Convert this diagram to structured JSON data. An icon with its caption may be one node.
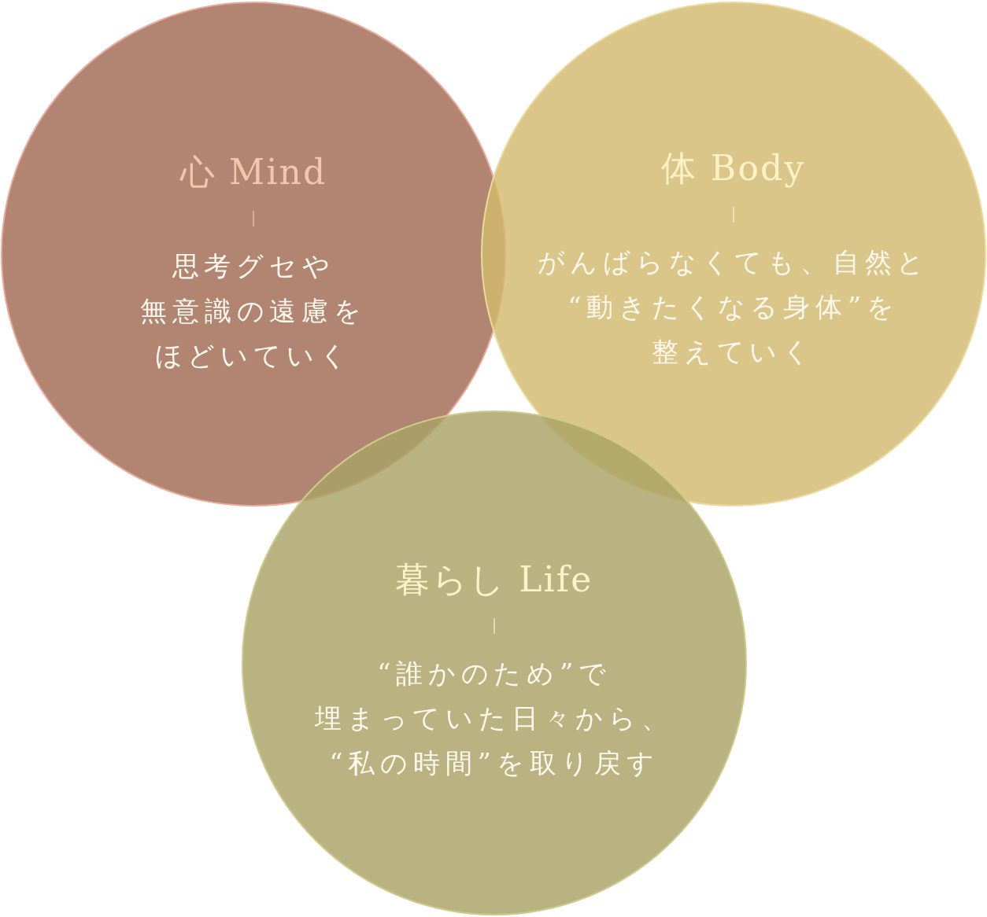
{
  "diagram": {
    "nodes": [
      {
        "text": [
          "心 Mind",
          "思考グセや無意識の遠慮をほどいていく"
        ]
      },
      {
        "text": [
          "体 Body",
          "がんばらなくても、自然と“動きたくなる身体”を整えていく"
        ]
      },
      {
        "text": [
          "暮らし Life",
          "“誰かのため”で埋まっていた日々から、“私の時間”を取り戻す"
        ]
      }
    ]
  }
}
